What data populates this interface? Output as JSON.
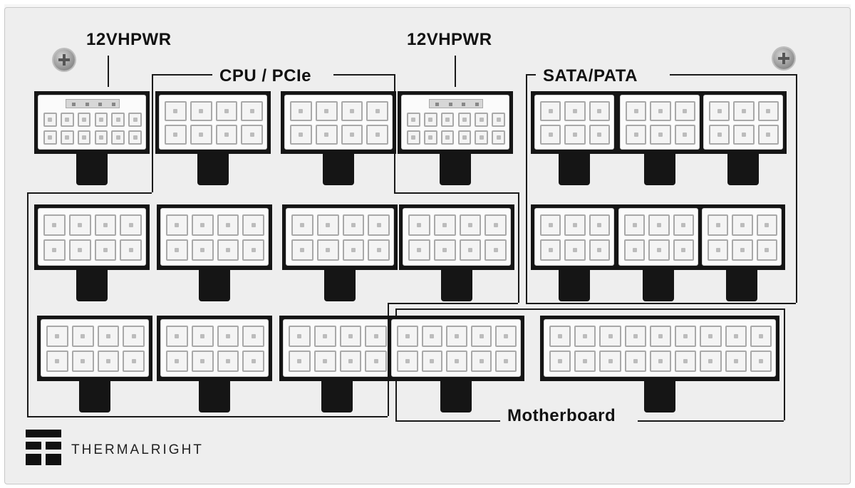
{
  "labels": {
    "hp_left": "12VHPWR",
    "hp_right": "12VHPWR",
    "cpu_pcie": "CPU / PCIe",
    "sata_pata": "SATA/PATA",
    "motherboard": "Motherboard"
  },
  "brand": {
    "name": "THERMALRIGHT"
  },
  "colors": {
    "panel": "#eeeeee",
    "socket": "#151515",
    "plug": "#fbfbfb",
    "line": "#1a1a1a"
  }
}
